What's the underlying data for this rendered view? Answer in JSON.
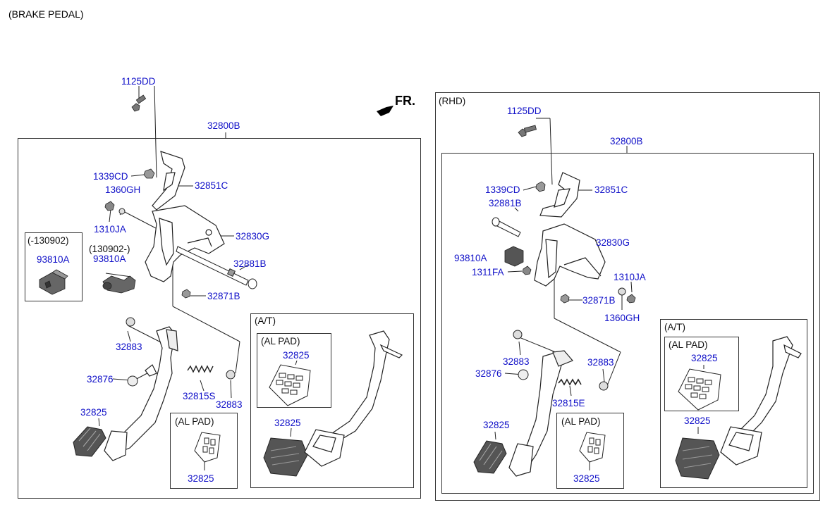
{
  "title": "(BRAKE PEDAL)",
  "fr_label": "FR.",
  "left": {
    "bolt": "1125DD",
    "assy": "32800B",
    "nut1": "1339CD",
    "washer": "1360GH",
    "nut2": "1310JA",
    "bracket": "32851C",
    "member": "32830G",
    "pin": "32881B",
    "bolt2": "32871B",
    "switch_old_range": "(-130902)",
    "switch_old": "93810A",
    "switch_new_range": "(130902-)",
    "switch_new": "93810A",
    "bush1": "32883",
    "stopper": "32876",
    "spring": "32815S",
    "bush2": "32883",
    "pad": "32825",
    "alpad_title": "(AL PAD)",
    "alpad_pad": "32825",
    "at_title": "(A/T)",
    "at_alpad_title": "(AL PAD)",
    "at_alpad_pad": "32825",
    "at_pad": "32825"
  },
  "right": {
    "title": "(RHD)",
    "bolt": "1125DD",
    "assy": "32800B",
    "nut1": "1339CD",
    "bracket": "32851C",
    "pin": "32881B",
    "member": "32830G",
    "switch": "93810A",
    "nut_sw": "1311FA",
    "nut2": "1310JA",
    "bolt2": "32871B",
    "washer": "1360GH",
    "bush1": "32883",
    "stopper": "32876",
    "bush2": "32883",
    "spring": "32815E",
    "pad": "32825",
    "alpad_title": "(AL PAD)",
    "alpad_pad": "32825",
    "at_title": "(A/T)",
    "at_alpad_title": "(AL PAD)",
    "at_alpad_pad": "32825",
    "at_pad": "32825"
  }
}
